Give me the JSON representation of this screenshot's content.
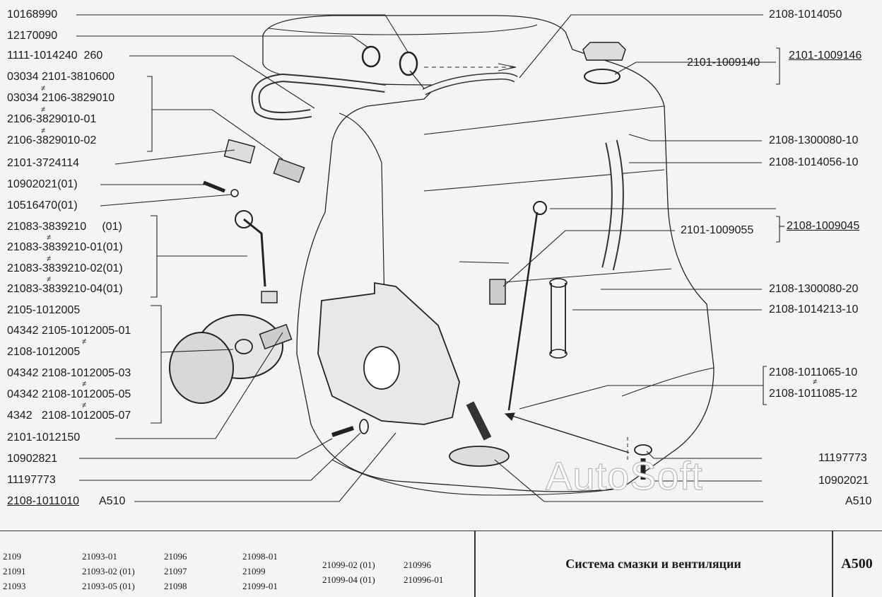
{
  "left_labels": [
    {
      "id": "l1",
      "text": "10168990",
      "underline": false
    },
    {
      "id": "l2",
      "text": "12170090",
      "underline": false
    },
    {
      "id": "l3",
      "text": "1111-1014240  260",
      "underline": false
    },
    {
      "id": "l4",
      "text": "03034 2101-3810600",
      "underline": false
    },
    {
      "id": "l5",
      "text": "03034 2106-3829010",
      "underline": false
    },
    {
      "id": "l6",
      "text": "2106-3829010-01",
      "underline": false
    },
    {
      "id": "l7",
      "text": "2106-3829010-02",
      "underline": false
    },
    {
      "id": "l8",
      "text": "2101-3724114",
      "underline": false
    },
    {
      "id": "l9",
      "text": "10902021(01)",
      "underline": false
    },
    {
      "id": "l10",
      "text": "10516470(01)",
      "underline": false
    },
    {
      "id": "l11",
      "text": "21083-3839210     (01)",
      "underline": false
    },
    {
      "id": "l12",
      "text": "21083-3839210-01(01)",
      "underline": false
    },
    {
      "id": "l13",
      "text": "21083-3839210-02(01)",
      "underline": false
    },
    {
      "id": "l14",
      "text": "21083-3839210-04(01)",
      "underline": false
    },
    {
      "id": "l15",
      "text": "2105-1012005",
      "underline": false
    },
    {
      "id": "l16",
      "text": "04342 2105-1012005-01",
      "underline": false
    },
    {
      "id": "l17",
      "text": "2108-1012005",
      "underline": false
    },
    {
      "id": "l18",
      "text": "04342 2108-1012005-03",
      "underline": false
    },
    {
      "id": "l19",
      "text": "04342 2108-1012005-05",
      "underline": false
    },
    {
      "id": "l20",
      "text": "4342   2108-1012005-07",
      "underline": false
    },
    {
      "id": "l21",
      "text": "2101-1012150",
      "underline": false
    },
    {
      "id": "l22",
      "text": "10902821",
      "underline": false
    },
    {
      "id": "l23",
      "text": "11197773",
      "underline": false
    },
    {
      "id": "l24",
      "text": "2108-1011010",
      "underline": true
    },
    {
      "id": "l24b",
      "text": "A510",
      "underline": false
    }
  ],
  "right_labels": [
    {
      "id": "r1",
      "text": "2108-1014050",
      "underline": false
    },
    {
      "id": "r2",
      "text": "2101-1009146",
      "underline": true
    },
    {
      "id": "r3",
      "text": "2101-1009140",
      "underline": false
    },
    {
      "id": "r4",
      "text": "2108-1300080-10",
      "underline": false
    },
    {
      "id": "r5",
      "text": "2108-1014056-10",
      "underline": false
    },
    {
      "id": "r6",
      "text": "2108-1009045",
      "underline": true
    },
    {
      "id": "r7",
      "text": "2101-1009055",
      "underline": false
    },
    {
      "id": "r8",
      "text": "2108-1300080-20",
      "underline": false
    },
    {
      "id": "r9",
      "text": "2108-1014213-10",
      "underline": false
    },
    {
      "id": "r10",
      "text": "2108-1011065-10",
      "underline": false
    },
    {
      "id": "r11",
      "text": "2108-1011085-12",
      "underline": false
    },
    {
      "id": "r12",
      "text": "11197773",
      "underline": false
    },
    {
      "id": "r13",
      "text": "10902021",
      "underline": false
    },
    {
      "id": "r14",
      "text": "A510",
      "underline": false
    }
  ],
  "watermark": "AutoSoft",
  "footer": {
    "models_col1": [
      "2109",
      "21091",
      "21093"
    ],
    "models_col2": [
      "21093-01",
      "21093-02 (01)",
      "21093-05 (01)"
    ],
    "models_col3": [
      "21096",
      "21097",
      "21098"
    ],
    "models_col4": [
      "21098-01",
      "21099",
      "21099-01"
    ],
    "models_col5": [
      "21099-02 (01)",
      "21099-04 (01)"
    ],
    "models_col6": [
      "210996",
      "210996-01"
    ],
    "title": "Система смазки и вентиляции",
    "code": "A500"
  }
}
